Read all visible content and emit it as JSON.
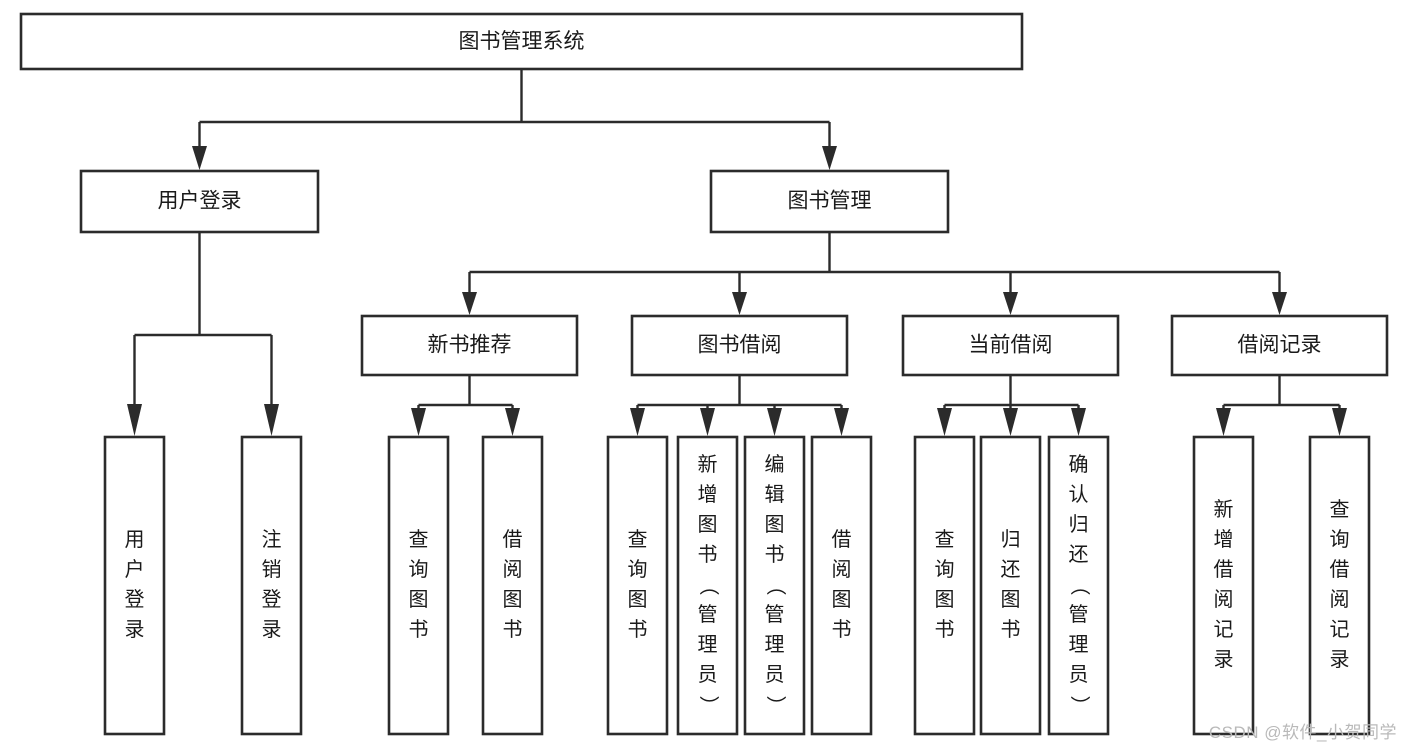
{
  "diagram": {
    "type": "hierarchy-tree",
    "orientation": "top-down",
    "root": {
      "id": "root",
      "label": "图书管理系统"
    },
    "level2": [
      {
        "id": "user-login",
        "label": "用户登录"
      },
      {
        "id": "book-management",
        "label": "图书管理"
      }
    ],
    "level3": [
      {
        "id": "new-book-recommend",
        "label": "新书推荐",
        "parent": "book-management"
      },
      {
        "id": "book-borrow",
        "label": "图书借阅",
        "parent": "book-management"
      },
      {
        "id": "current-borrow",
        "label": "当前借阅",
        "parent": "book-management"
      },
      {
        "id": "borrow-record",
        "label": "借阅记录",
        "parent": "book-management"
      }
    ],
    "leaves": [
      {
        "id": "leaf-user-login",
        "label": "用户登录",
        "parent": "user-login"
      },
      {
        "id": "leaf-logout-login",
        "label": "注销登录",
        "parent": "user-login"
      },
      {
        "id": "leaf-query-book-1",
        "label": "查询图书",
        "parent": "new-book-recommend"
      },
      {
        "id": "leaf-borrow-book-1",
        "label": "借阅图书",
        "parent": "new-book-recommend"
      },
      {
        "id": "leaf-query-book-2",
        "label": "查询图书",
        "parent": "book-borrow"
      },
      {
        "id": "leaf-add-book",
        "label": "新增图书（管理员）",
        "parent": "book-borrow"
      },
      {
        "id": "leaf-edit-book",
        "label": "编辑图书（管理员）",
        "parent": "book-borrow"
      },
      {
        "id": "leaf-borrow-book-2",
        "label": "借阅图书",
        "parent": "book-borrow"
      },
      {
        "id": "leaf-query-book-3",
        "label": "查询图书",
        "parent": "current-borrow"
      },
      {
        "id": "leaf-return-book",
        "label": "归还图书",
        "parent": "current-borrow"
      },
      {
        "id": "leaf-confirm-return",
        "label": "确认归还（管理员）",
        "parent": "current-borrow"
      },
      {
        "id": "leaf-add-record",
        "label": "新增借阅记录",
        "parent": "borrow-record"
      },
      {
        "id": "leaf-query-record",
        "label": "查询借阅记录",
        "parent": "borrow-record"
      }
    ]
  },
  "watermark": {
    "text": "CSDN @软件_小贺同学"
  },
  "colors": {
    "box_stroke": "#2b2b2b",
    "box_fill": "#ffffff",
    "text": "#1a1a1a",
    "background": "#ffffff",
    "watermark": "#b9b9b9"
  }
}
